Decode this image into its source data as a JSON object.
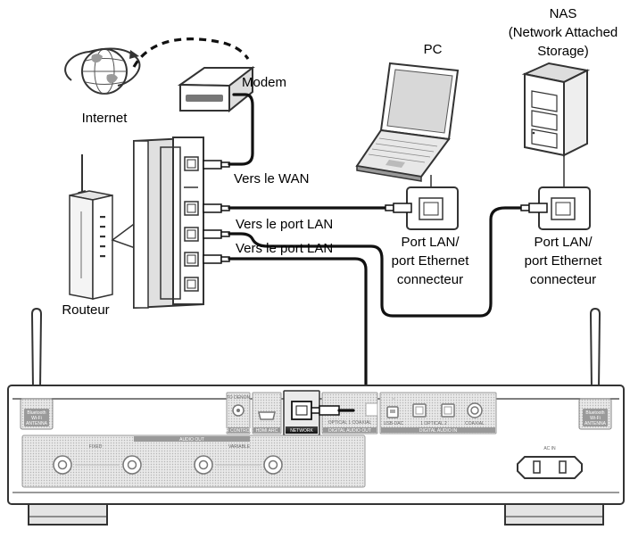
{
  "labels": {
    "internet": "Internet",
    "modem": "Modem",
    "router": "Routeur",
    "pc": "PC",
    "nas_line1": "NAS",
    "nas_line2": "(Network Attached",
    "nas_line3": "Storage)",
    "wan": "Vers le WAN",
    "lan1": "Vers le port LAN",
    "lan2": "Vers le port LAN",
    "pc_port_line1": "Port LAN/",
    "pc_port_line2": "port Ethernet",
    "pc_port_line3": "connecteur",
    "nas_port_line1": "Port LAN/",
    "nas_port_line2": "port Ethernet",
    "nas_port_line3": "connecteur"
  },
  "panel": {
    "bt_left_line1": "Bluetooth",
    "bt_left_line2": "Wi-Fi",
    "bt_left_line3": "ANTENNA",
    "bt_right_line1": "Bluetooth",
    "bt_right_line2": "Wi-Fi",
    "bt_right_line3": "ANTENNA",
    "audio_out": "AUDIO OUT",
    "fixed": "FIXED",
    "variable": "VARIABLE",
    "to_denon": "TO DENON",
    "ir_control": "IR CONTROL",
    "hdmi_arc": "HDMI ARC",
    "network": "NETWORK",
    "digital_audio_out": "DIGITAL AUDIO OUT",
    "optical_coaxial": "OPTICAL 1 COAXIAL",
    "usb_dac": "USB-DAC",
    "optical_in": "1  OPTICAL  2",
    "coaxial": "COAXIAL",
    "digital_audio_in": "DIGITAL AUDIO IN",
    "ac_in": "AC IN"
  }
}
